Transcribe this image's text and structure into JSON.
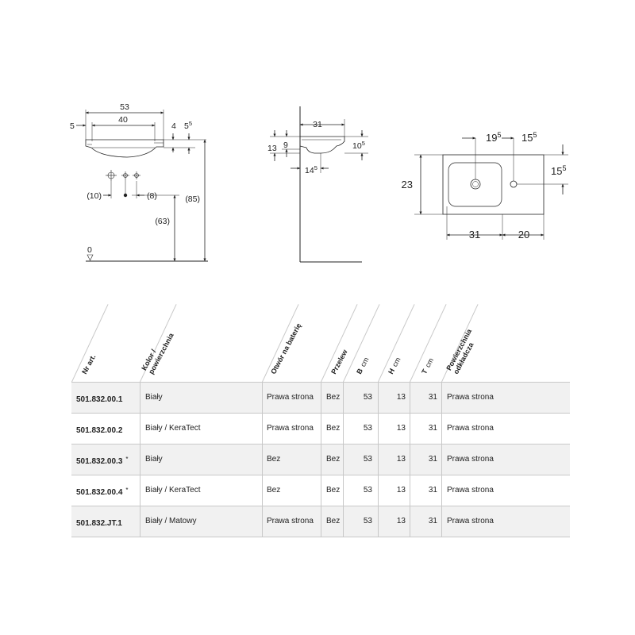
{
  "front_view": {
    "width_overall": "53",
    "width_basin": "40",
    "edge_offset": "5",
    "rim_height": "4",
    "rim_offset_base": "5",
    "rim_offset_sup": "5",
    "drain_left": "(10)",
    "drain_right": "(8)",
    "height_total": "(85)",
    "height_drain": "(63)",
    "floor_level": "0"
  },
  "side_view": {
    "depth": "31",
    "height_13": "13",
    "height_9": "9",
    "rear_base": "10",
    "rear_sup": "5",
    "drain_base": "14",
    "drain_sup": "5"
  },
  "plan_view": {
    "drain_pos_base": "19",
    "drain_pos_sup": "5",
    "tap_pos_base": "15",
    "tap_pos_sup": "5",
    "side_base": "15",
    "side_sup": "5",
    "depth": "23",
    "basin_width": "31",
    "shelf_width": "20"
  },
  "table": {
    "headers": [
      {
        "label": "Nr art.",
        "unit": ""
      },
      {
        "label": "Kolor /",
        "label2": "powierzchnia",
        "unit": ""
      },
      {
        "label": "Otwór na baterię",
        "unit": ""
      },
      {
        "label": "Przelew",
        "unit": ""
      },
      {
        "label": "B",
        "unit": "cm"
      },
      {
        "label": "H",
        "unit": "cm"
      },
      {
        "label": "T",
        "unit": "cm"
      },
      {
        "label": "Powierzchnia",
        "label2": "odkładcza",
        "unit": ""
      }
    ],
    "rows": [
      {
        "art": "501.832.00.1",
        "mark": "",
        "kolor": "Biały",
        "otwor": "Prawa strona",
        "przelew": "Bez",
        "b": "53",
        "h": "13",
        "t": "31",
        "powierzchnia": "Prawa strona"
      },
      {
        "art": "501.832.00.2",
        "mark": "",
        "kolor": "Biały / KeraTect",
        "otwor": "Prawa strona",
        "przelew": "Bez",
        "b": "53",
        "h": "13",
        "t": "31",
        "powierzchnia": "Prawa strona"
      },
      {
        "art": "501.832.00.3",
        "mark": "*",
        "kolor": "Biały",
        "otwor": "Bez",
        "przelew": "Bez",
        "b": "53",
        "h": "13",
        "t": "31",
        "powierzchnia": "Prawa strona"
      },
      {
        "art": "501.832.00.4",
        "mark": "*",
        "kolor": "Biały / KeraTect",
        "otwor": "Bez",
        "przelew": "Bez",
        "b": "53",
        "h": "13",
        "t": "31",
        "powierzchnia": "Prawa strona"
      },
      {
        "art": "501.832.JT.1",
        "mark": "",
        "kolor": "Biały / Matowy",
        "otwor": "Prawa strona",
        "przelew": "Bez",
        "b": "53",
        "h": "13",
        "t": "31",
        "powierzchnia": "Prawa strona"
      }
    ]
  }
}
